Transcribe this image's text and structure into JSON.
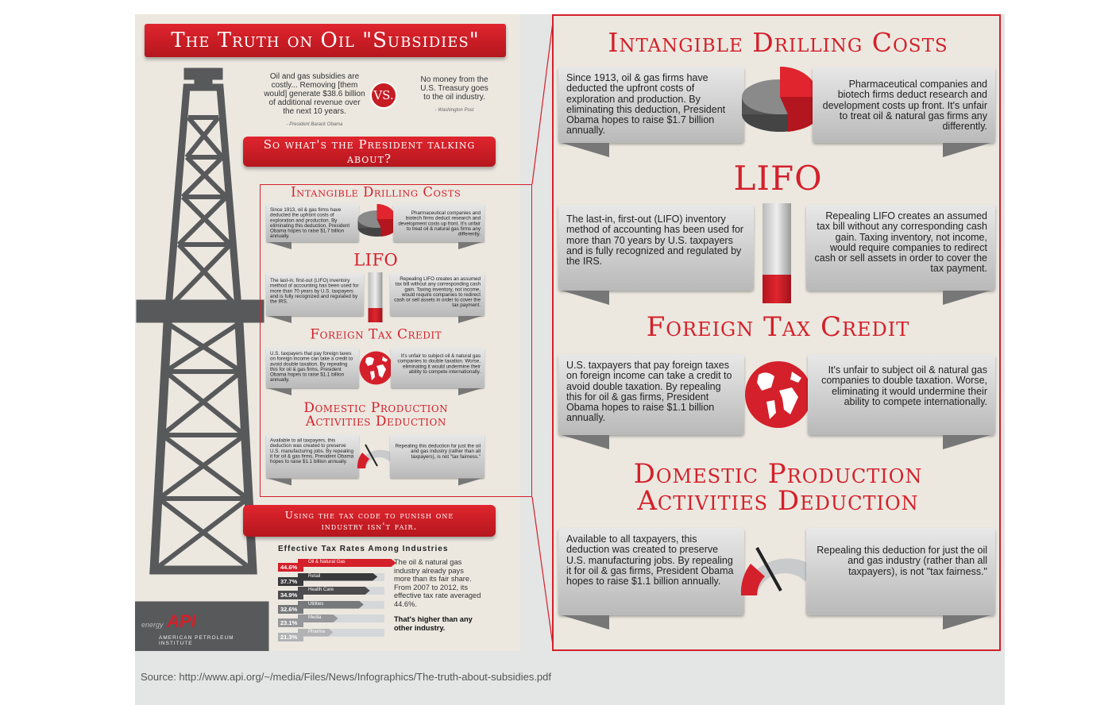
{
  "poster": {
    "title": "The Truth on Oil \"Subsidies\"",
    "quote_left": "Oil and gas subsidies are costly... Removing [them would] generate $38.6 billion of additional revenue over the next 10 years.",
    "quote_left_source": "- President Barack Obama",
    "vs": "VS.",
    "quote_right": "No money from the U.S. Treasury goes to the oil industry.",
    "quote_right_source": "- Washington Post",
    "question": "So what's the President talking about?",
    "fair_banner": "Using the tax code to punish one industry isn't fair.",
    "logo_word": "energy",
    "logo_mark": "API",
    "logo_org": "AMERICAN PETROLEUM INSTITUTE",
    "side_text": "The oil & natural gas industry already pays more than its fair share. From 2007 to 2012, its effective tax rate averaged 44.6%.",
    "side_strong": "That's higher than any other industry."
  },
  "sections": {
    "idc": {
      "title": "Intangible Drilling Costs",
      "left": "Since 1913, oil & gas firms have deducted the upfront costs of exploration and production. By eliminating this deduction, President Obama hopes to raise $1.7 billion annually.",
      "right": "Pharmaceutical companies and biotech firms deduct research and development costs up front. It's unfair to treat oil & natural gas firms any differently."
    },
    "lifo": {
      "title": "LIFO",
      "left": "The last-in, first-out (LIFO) inventory method of accounting has been used for more than 70 years by U.S. taxpayers and is fully recognized and regulated by the IRS.",
      "right": "Repealing LIFO creates an assumed tax bill without any corresponding cash gain. Taxing inventory, not income, would require companies to redirect cash or sell assets in order to cover the tax payment."
    },
    "ftc": {
      "title": "Foreign Tax Credit",
      "left": "U.S. taxpayers that pay foreign taxes on foreign income can take a credit to avoid double taxation. By repealing this for oil & gas firms, President Obama hopes to raise $1.1 billion annually.",
      "right": "It's unfair to subject oil & natural gas companies to double taxation. Worse, eliminating it would undermine their ability to compete internationally."
    },
    "dpad": {
      "title_line1": "Domestic Production",
      "title_line2": "Activities Deduction",
      "left": "Available to all taxpayers, this deduction was created to preserve U.S. manufacturing jobs. By repealing it for oil & gas firms, President Obama hopes to raise $1.1 billion annually.",
      "right": "Repealing this deduction for just the oil and gas industry (rather than all taxpayers), is not \"tax fairness.\""
    }
  },
  "chart_data": {
    "type": "bar",
    "title": "Effective Tax Rates Among Industries",
    "categories": [
      "Oil & Natural Gas",
      "Retail",
      "Health Care",
      "Utilities",
      "Media",
      "Pharma"
    ],
    "values": [
      44.6,
      37.7,
      34.9,
      32.6,
      23.1,
      21.3
    ],
    "labels": [
      "44.6%",
      "37.7%",
      "34.9%",
      "32.6%",
      "23.1%",
      "21.3%"
    ],
    "colors": [
      "#d4202a",
      "#3a3a3c",
      "#4d4d4f",
      "#77787b",
      "#97989b",
      "#b1b3b5"
    ],
    "unit": "%"
  },
  "colors": {
    "accent": "#d4202a",
    "tower": "#58595b",
    "paper": "#ece8e0"
  },
  "source": "Source:  http://www.api.org/~/media/Files/News/Infographics/The-truth-about-subsidies.pdf"
}
